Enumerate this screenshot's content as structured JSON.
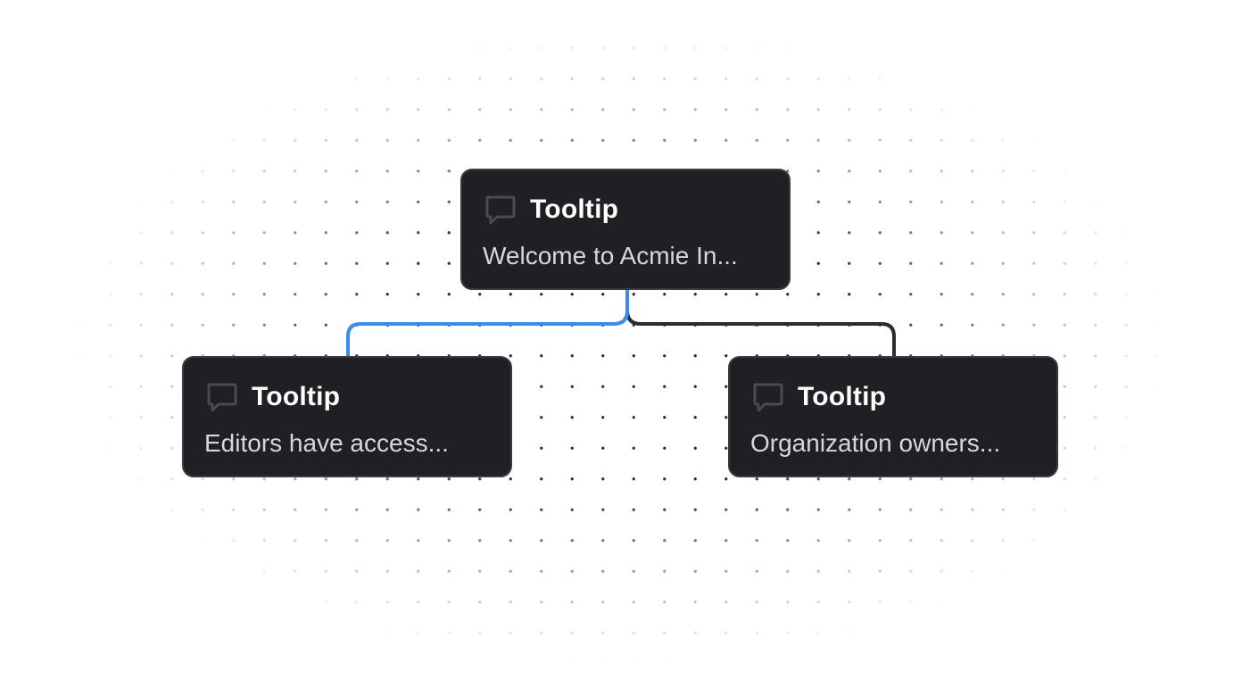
{
  "diagram": {
    "nodes": [
      {
        "id": "root",
        "icon": "chat-bubble-icon",
        "title": "Tooltip",
        "description": "Welcome to Acmie In..."
      },
      {
        "id": "left",
        "icon": "chat-bubble-icon",
        "title": "Tooltip",
        "description": "Editors have access..."
      },
      {
        "id": "right",
        "icon": "chat-bubble-icon",
        "title": "Tooltip",
        "description": "Organization owners..."
      }
    ],
    "edges": [
      {
        "from": "root",
        "to": "left",
        "color": "#3b8beb"
      },
      {
        "from": "root",
        "to": "right",
        "color": "#2b2b33"
      }
    ]
  },
  "colors": {
    "node_background": "#1f1f24",
    "node_border": "#3a3a44",
    "dot": "#2b2b33",
    "active_edge": "#3b8beb"
  }
}
